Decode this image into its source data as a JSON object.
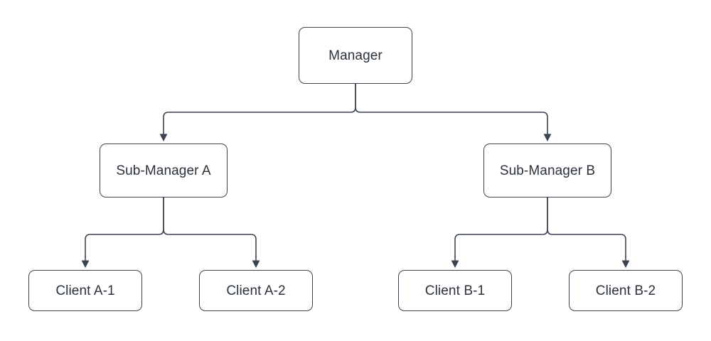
{
  "diagram": {
    "type": "hierarchy-tree",
    "orientation": "top-down",
    "background_color": "#ffffff",
    "stroke_color": "#3a4450",
    "node_fill_color": "#ffffff",
    "text_color": "#2b323c",
    "nodes": [
      {
        "id": "manager",
        "label": "Manager",
        "tier": 0
      },
      {
        "id": "sub_a",
        "label": "Sub-Manager A",
        "tier": 1
      },
      {
        "id": "sub_b",
        "label": "Sub-Manager B",
        "tier": 1
      },
      {
        "id": "client_a1",
        "label": "Client A-1",
        "tier": 2
      },
      {
        "id": "client_a2",
        "label": "Client A-2",
        "tier": 2
      },
      {
        "id": "client_b1",
        "label": "Client B-1",
        "tier": 2
      },
      {
        "id": "client_b2",
        "label": "Client B-2",
        "tier": 2
      }
    ],
    "edges": [
      {
        "from": "manager",
        "to": "sub_a",
        "arrow": true
      },
      {
        "from": "manager",
        "to": "sub_b",
        "arrow": true
      },
      {
        "from": "sub_a",
        "to": "client_a1",
        "arrow": true
      },
      {
        "from": "sub_a",
        "to": "client_a2",
        "arrow": true
      },
      {
        "from": "sub_b",
        "to": "client_b1",
        "arrow": true
      },
      {
        "from": "sub_b",
        "to": "client_b2",
        "arrow": true
      }
    ]
  }
}
